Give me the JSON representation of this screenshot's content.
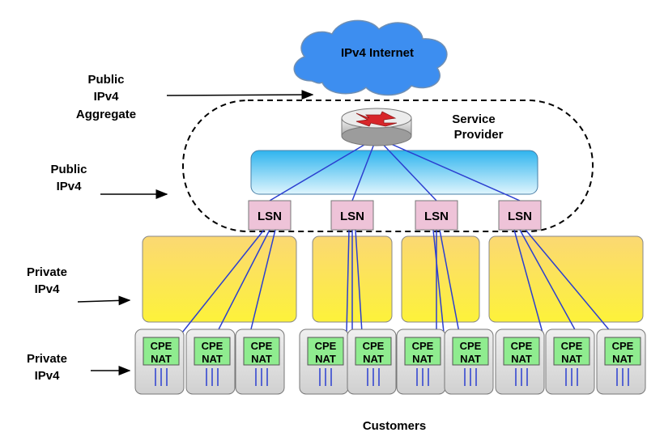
{
  "cloud": {
    "label": "IPv4 Internet",
    "fill": "#3d8ef0"
  },
  "provider": {
    "line1": "Service",
    "line2": "Provider"
  },
  "left_labels": {
    "aggregate": [
      "Public",
      "IPv4",
      "Aggregate"
    ],
    "public": [
      "Public",
      "IPv4"
    ],
    "private_net": [
      "Private",
      "IPv4"
    ],
    "private_cpe": [
      "Private",
      "IPv4"
    ]
  },
  "lsn_label": "LSN",
  "cpe_label": {
    "line1": "CPE",
    "line2": "NAT"
  },
  "lsn_count": 4,
  "cpe_groups": [
    3,
    2,
    2,
    3
  ],
  "footer": "Customers",
  "colors": {
    "lsn_fill": "#eec3d8",
    "cpe_fill": "#8fec8f",
    "cpe_box": "#e4e4e4",
    "link": "#2b3fd0",
    "band_top": "#6fd0f2",
    "yellow_top": "#fbd873",
    "yellow_bottom": "#fdf03a"
  }
}
